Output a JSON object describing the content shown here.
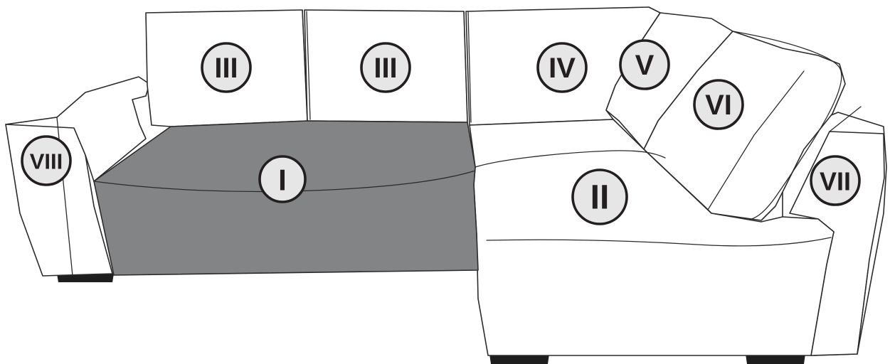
{
  "colors": {
    "outline": "#2b2b2b",
    "upholstery": "#ffffff",
    "highlighted_seat": "#838486",
    "badge_fill": "#e6e6e6",
    "badge_text": "#231f20",
    "feet": "#1e1e1e"
  },
  "highlighted_part": "I",
  "labels": {
    "seat_left": "I",
    "seat_chaise": "II",
    "back_cushion_1": "III",
    "back_cushion_2": "III",
    "back_cushion_3": "IV",
    "corner_cushion_small": "V",
    "corner_cushion_large": "VI",
    "armrest_right": "VII",
    "armrest_left": "VIII"
  }
}
